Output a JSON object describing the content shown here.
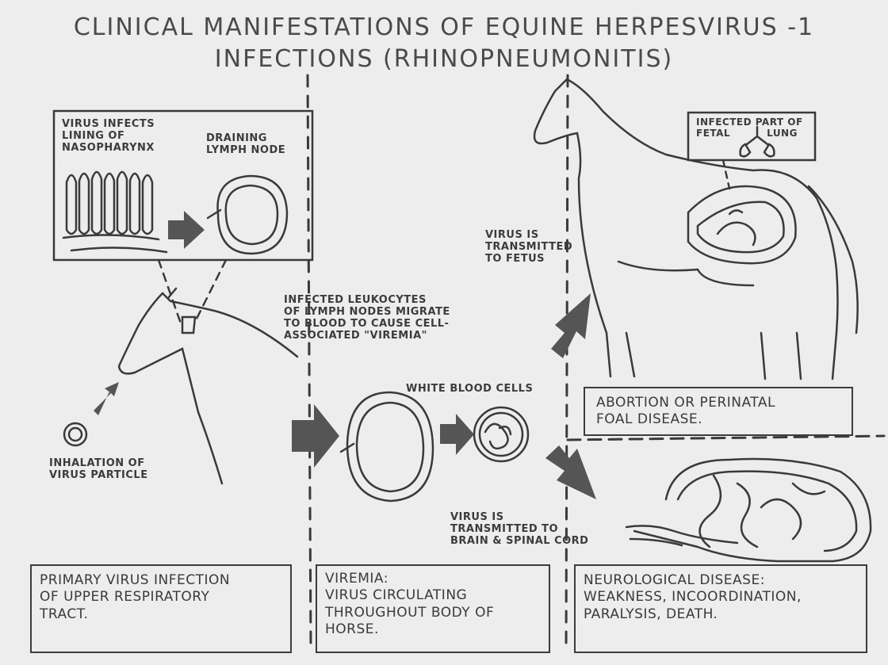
{
  "title": {
    "line1": "CLINICAL MANIFESTATIONS OF EQUINE HERPESVIRUS -1",
    "line2": "INFECTIONS (RHINOPNEUMONITIS)"
  },
  "labels": {
    "virus_infects": [
      "VIRUS INFECTS",
      "LINING OF",
      "NASOPHARYNX"
    ],
    "draining": [
      "DRAINING",
      "LYMPH NODE"
    ],
    "inhalation": [
      "INHALATION OF",
      "VIRUS PARTICLE"
    ],
    "leukocytes": [
      "INFECTED LEUKOCYTES",
      "OF LYMPH NODES MIGRATE",
      "TO BLOOD TO CAUSE CELL-",
      "ASSOCIATED \"VIREMIA\""
    ],
    "white_blood_cells": "WHITE BLOOD CELLS",
    "to_fetus": [
      "VIRUS IS",
      "TRANSMITTED",
      "TO FETUS"
    ],
    "fetal_lung": [
      "INFECTED PART OF",
      "FETAL",
      "LUNG"
    ],
    "to_brain": [
      "VIRUS IS",
      "TRANSMITTED TO",
      "BRAIN & SPINAL CORD"
    ]
  },
  "boxes": {
    "abortion": [
      "ABORTION OR PERINATAL",
      "FOAL DISEASE."
    ],
    "primary": [
      "PRIMARY VIRUS INFECTION",
      "OF UPPER RESPIRATORY",
      "TRACT."
    ],
    "viremia": [
      "VIREMIA:",
      "VIRUS CIRCULATING",
      "THROUGHOUT BODY OF",
      "HORSE."
    ],
    "neurological": [
      "NEUROLOGICAL DISEASE:",
      "WEAKNESS, INCOORDINATION,",
      "PARALYSIS, DEATH."
    ]
  },
  "colors": {
    "background": "#ededed",
    "ink": "#3a3a3a",
    "arrow": "#555555"
  }
}
